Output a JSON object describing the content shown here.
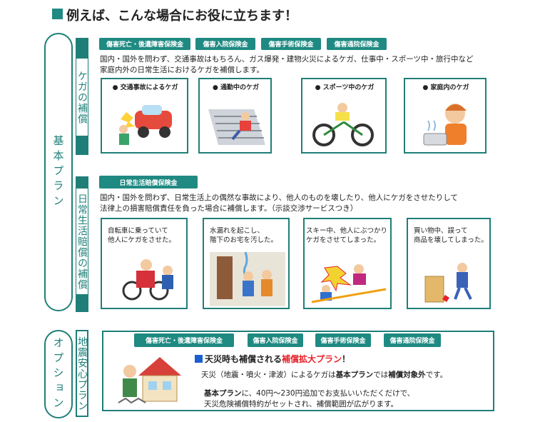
{
  "title": "例えば、こんな場合にお役に立ちます！",
  "basic_plan": {
    "label": "基本プラン"
  },
  "option": {
    "label": "オプション"
  },
  "injury": {
    "label": "ケガの補償",
    "badges": [
      "傷害死亡・後遺障害保険金",
      "傷害入院保険金",
      "傷害手術保険金",
      "傷害通院保険金"
    ],
    "desc_lines": [
      "国内・国外を問わず、交通事故はもちろん、ガス爆発・建物火災によるケガ、仕事中・スポーツ中・旅行中など",
      "家庭内外の日常生活におけるケガを補償します。"
    ],
    "cards": [
      {
        "title": "● 交通事故によるケガ"
      },
      {
        "title": "● 通勤中のケガ"
      },
      {
        "title": "● スポーツ中のケガ"
      },
      {
        "title": "● 家庭内のケガ"
      }
    ]
  },
  "liability": {
    "label": "日常生活賠償の補償",
    "badge": "日常生活賠償保険金",
    "desc_lines": [
      "国内・国外を問わず、日常生活上の偶然な事故により、他人のものを壊したり、他人にケガをさせたりして",
      "法律上の損害賠償責任を負った場合に補償します。（示談交渉サービスつき）"
    ],
    "cards": [
      {
        "line1": "自転車に乗っていて",
        "line2": "他人にケガをさせた。"
      },
      {
        "line1": "水漏れを起こし、",
        "line2": "階下のお宅を汚した。"
      },
      {
        "line1": "スキー中、他人にぶつかり",
        "line2": "ケガをさせてしまった。"
      },
      {
        "line1": "買い物中、誤って",
        "line2": "商品を壊してしまった。"
      }
    ]
  },
  "earthquake": {
    "label": "地震安心プラン",
    "badges": [
      "傷害死亡・後遺障害保険金",
      "傷害入院保険金",
      "傷害手術保険金",
      "傷害通院保険金"
    ],
    "headline_a": "天災時も補償される",
    "headline_b": "補償拡大プラン",
    "headline_c": "！",
    "line1_a": "天災（地震・噴火・津波）によるケガは",
    "line1_b": "基本プラン",
    "line1_c": "では",
    "line1_d": "補償対象外",
    "line1_e": "です。",
    "line2_a": "基本プラン",
    "line2_b": "に、40円～230円追加でお支払いいただくだけで、",
    "line3": "天災危険補償特約がセットされ、補償範囲が広がります。"
  },
  "colors": {
    "teal": "#1f7f78",
    "badge": "#1f8a82",
    "red": "#e8212a",
    "blue": "#1a5fd0"
  }
}
